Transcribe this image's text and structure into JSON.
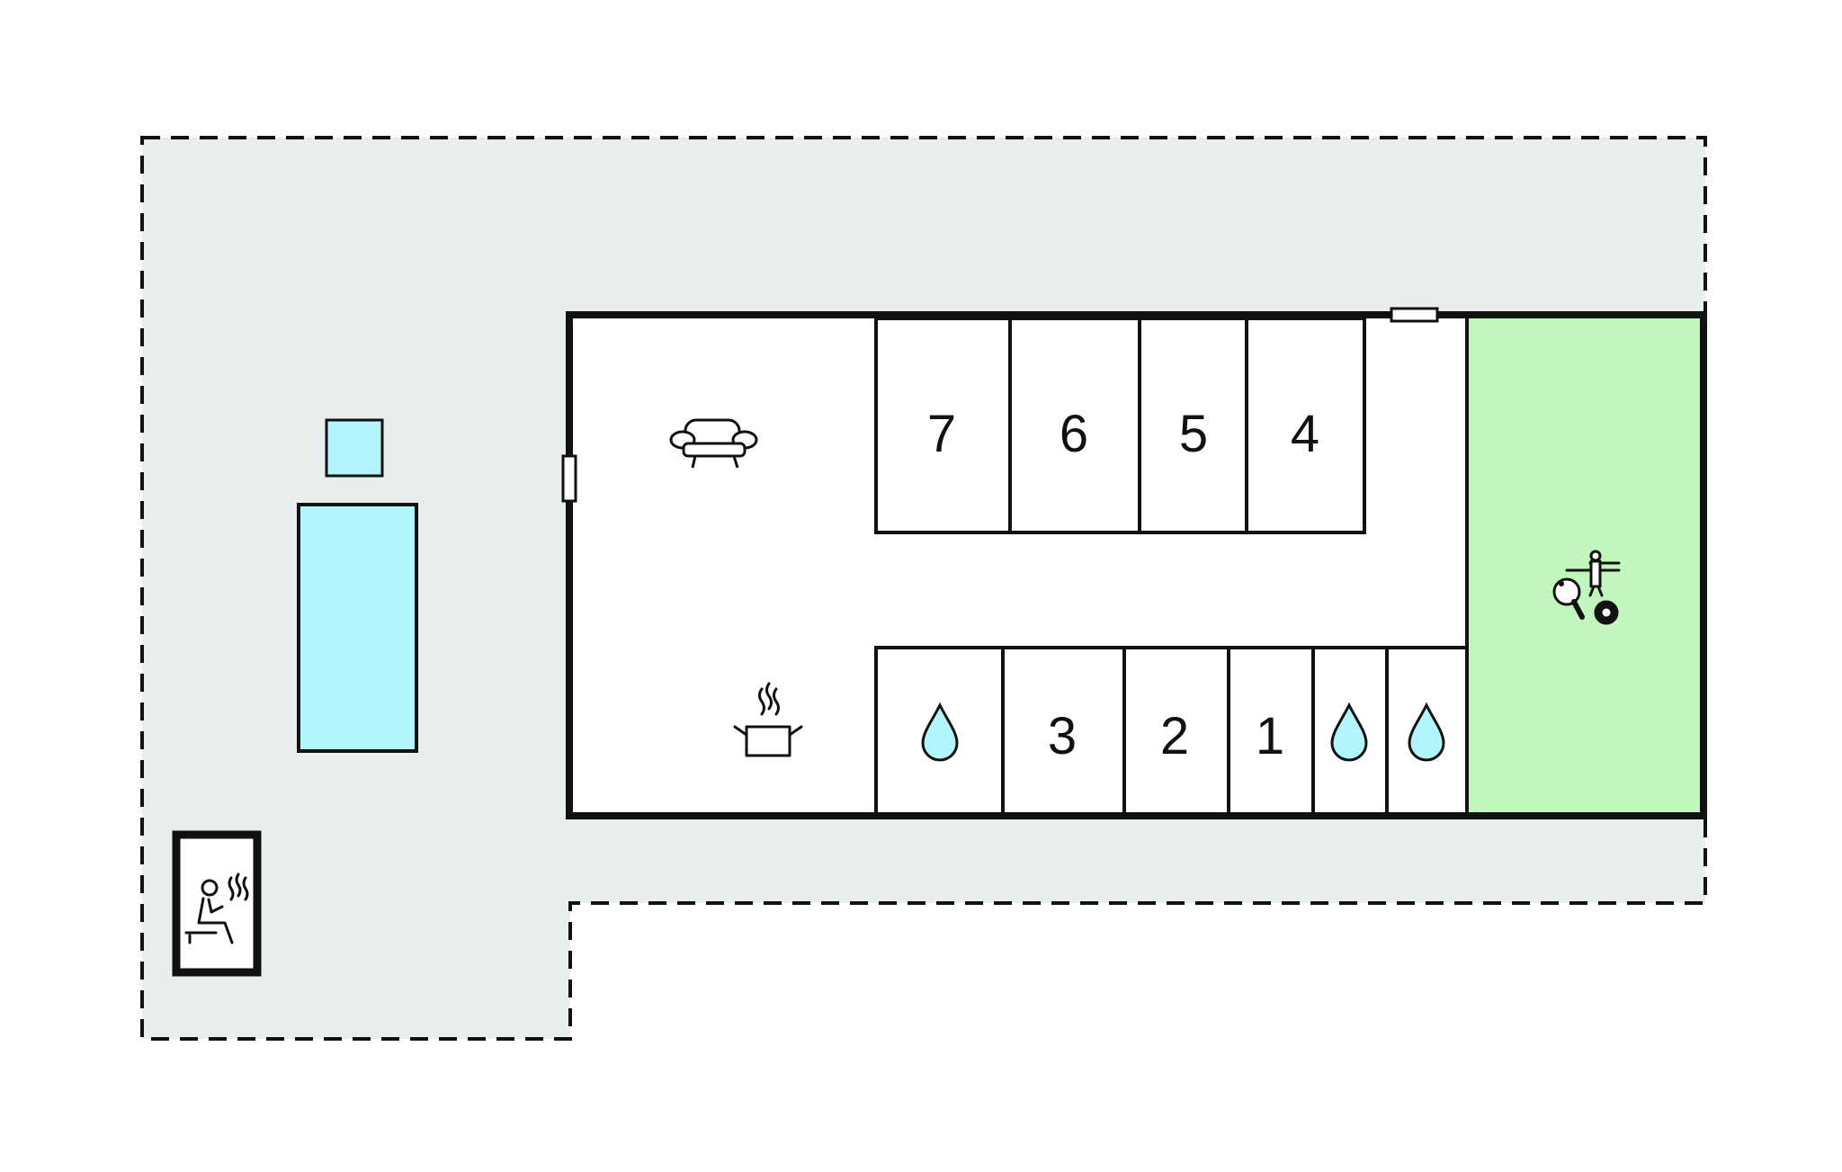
{
  "floorplan": {
    "colors": {
      "background": "#ffffff",
      "terrace": "#e8eeee",
      "pool": "#b2f5fa",
      "game_room": "#c1f7bd",
      "wall": "#111111",
      "interior": "#ffffff"
    },
    "rooms": {
      "bedroom_7": "7",
      "bedroom_6": "6",
      "bedroom_5": "5",
      "bedroom_4": "4",
      "bedroom_3": "3",
      "bedroom_2": "2",
      "bedroom_1": "1"
    },
    "icons": {
      "living": "sofa-icon",
      "kitchen": "cooking-pot-icon",
      "bathroom": "water-drop-icon",
      "game_room": "table-games-icon",
      "sauna": "sauna-icon"
    }
  }
}
